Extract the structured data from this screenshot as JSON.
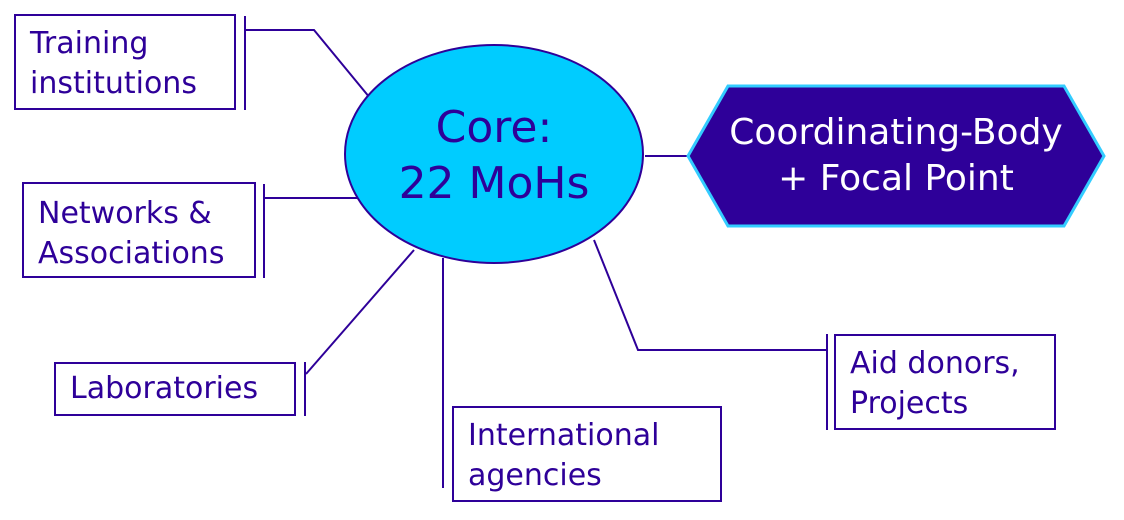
{
  "colors": {
    "line": "#2e0099",
    "core_fill": "#00ccff",
    "core_text": "#2e0099",
    "hex_fill": "#2e0099",
    "hex_border": "#33ccff",
    "hex_text": "#ffffff",
    "box_text": "#2e0099"
  },
  "core": {
    "line1": "Core:",
    "line2": "22 MoHs"
  },
  "coordinating": {
    "line1": "Coordinating-Body",
    "line2": "+ Focal Point"
  },
  "nodes": {
    "training": {
      "line1": "Training",
      "line2": "institutions"
    },
    "networks": {
      "line1": "Networks &",
      "line2": "Associations"
    },
    "laboratories": {
      "line1": "Laboratories"
    },
    "international": {
      "line1": "International",
      "line2": "agencies"
    },
    "aid": {
      "line1": "Aid donors,",
      "line2": "Projects"
    }
  }
}
